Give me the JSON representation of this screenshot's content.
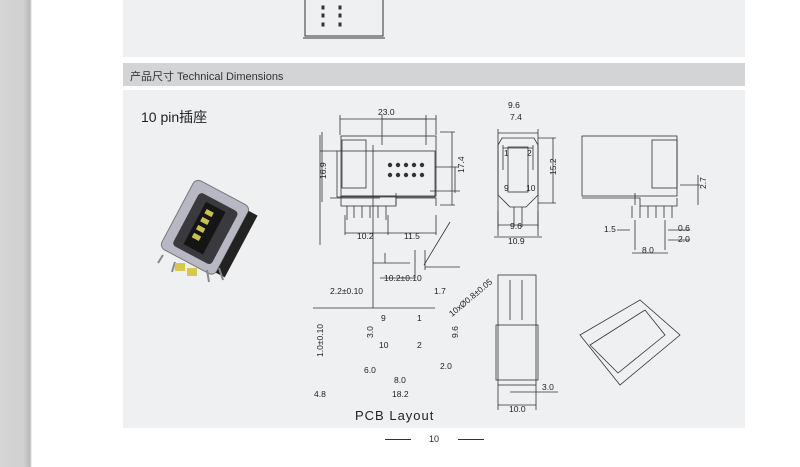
{
  "section_header": "产品尺寸 Technical Dimensions",
  "product_title": "10 pin插座",
  "dimensions_side": [
    "23.0",
    "16.9",
    "17.4",
    "10.2",
    "11.5"
  ],
  "dimensions_front": [
    "9.6",
    "7.4",
    "15.2",
    "9.6",
    "10.9"
  ],
  "pin_labels": [
    "1",
    "2",
    "9",
    "10"
  ],
  "dimensions_right": [
    "2.7",
    "1.5",
    "0.6",
    "2.0",
    "8.0"
  ],
  "dimensions_pcb": [
    "10.2±0.10",
    "2.2±0.10",
    "1.7",
    "10xØ0.8±0.05",
    "1.0±0.10",
    "3.0",
    "9.6",
    "6.0",
    "8.0",
    "2.0",
    "4.8",
    "18.2"
  ],
  "pcb_pin_labels": [
    "9",
    "1",
    "10",
    "2"
  ],
  "pcb_caption": "PCB  Layout",
  "dimensions_bottom": [
    "3.0",
    "10.0"
  ],
  "page_number": "10"
}
